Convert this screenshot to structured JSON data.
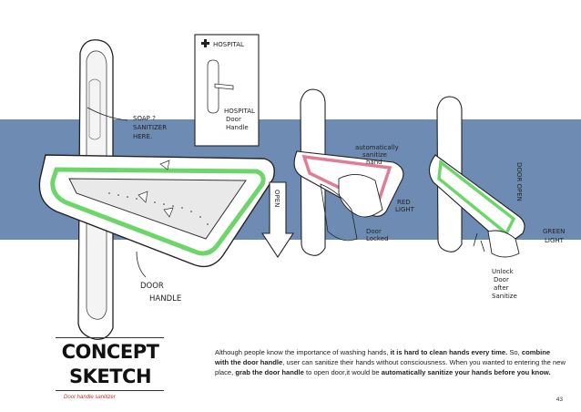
{
  "title": {
    "line1": "CONCEPT",
    "line2": "SKETCH"
  },
  "subtitle": "Door handle sanitizer",
  "paragraph": {
    "p1": "Although people know the importance of washing hands, ",
    "b1": "it is hard to clean hands every time.",
    "p2": " So, ",
    "b2": "combine with the door handle",
    "p3": ", user can sanitize their hands without consciousness. When you wanted to entering the new place, ",
    "b3": "grab the door handle",
    "p4": " to open door,it would be ",
    "b4": "automatically sanitize your hands before you know."
  },
  "page_number": "43",
  "sketch_labels": {
    "soap_1": "SOAP ?",
    "soap_2": "SANITIZER",
    "soap_3": "HERE.",
    "hospital": "HOSPITAL",
    "hosp_door_1": "HOSPITAL",
    "hosp_door_2": "Door",
    "hosp_door_3": "Handle",
    "door_handle_1": "DOOR",
    "door_handle_2": "HANDLE",
    "open": "OPEN",
    "auto_1": "automatically",
    "auto_2": "sanitize",
    "auto_3": "hand",
    "red_1": "RED",
    "red_2": "LIGHT",
    "door_locked_1": "Door",
    "door_locked_2": "Locked",
    "door_open": "DOOR OPEN",
    "green_1": "GREEN",
    "green_2": "LIGHT",
    "unlock_1": "Unlock",
    "unlock_2": "Door",
    "unlock_3": "after",
    "unlock_4": "Sanitize"
  },
  "colors": {
    "wall_band": "#6e8cb3",
    "handle_green": "#6dd66a",
    "handle_red": "#e07d94",
    "subtitle_red": "#c0392b"
  }
}
